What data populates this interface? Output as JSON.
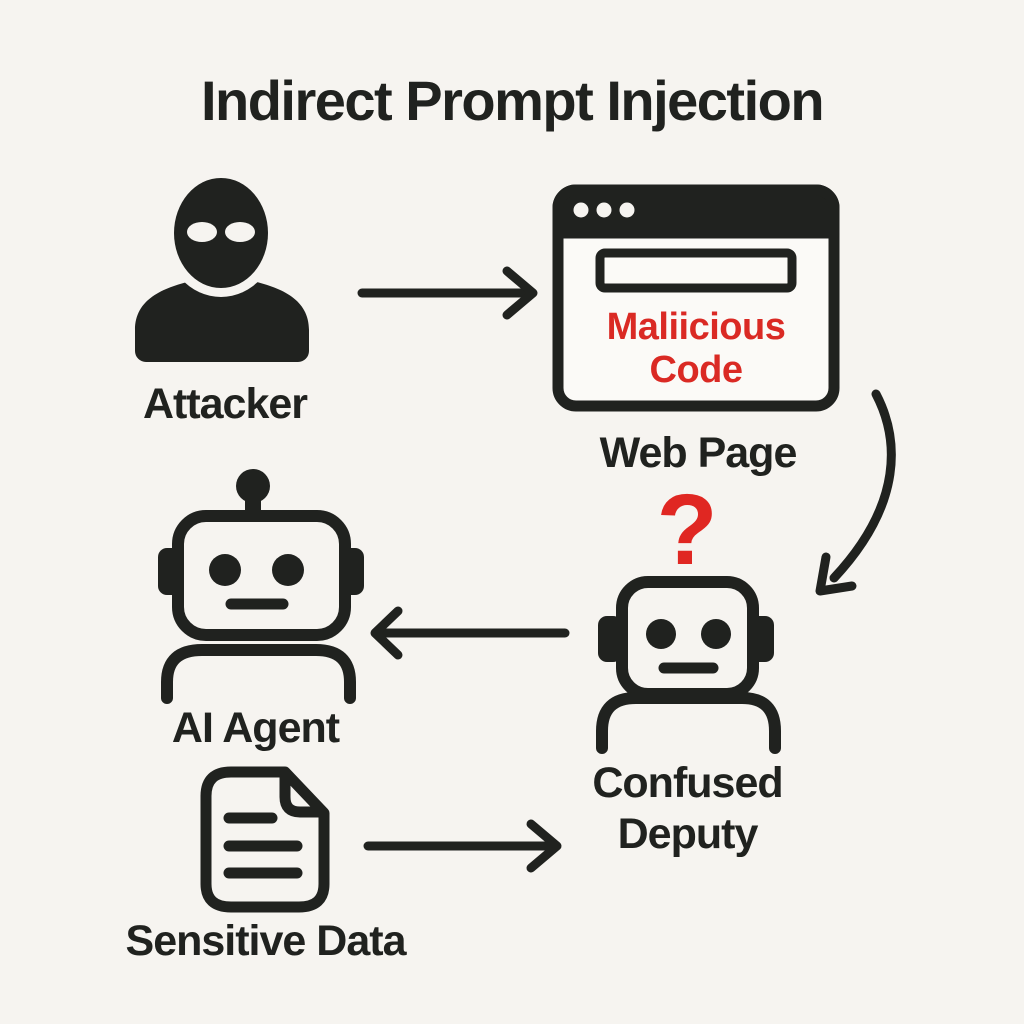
{
  "title": "Indirect Prompt Injection",
  "colors": {
    "background": "#f6f4f0",
    "ink": "#20221f",
    "red": "#da2a24",
    "page_fill": "#fbfaf7"
  },
  "nodes": {
    "attacker": {
      "label": "Attacker",
      "icon": "masked-person"
    },
    "web_page": {
      "label": "Web Page",
      "icon": "browser-window",
      "content_line1": "Maliicious",
      "content_line2": "Code"
    },
    "ai_agent": {
      "label": "AI Agent",
      "icon": "robot"
    },
    "confused_deputy": {
      "label_line1": "Confused",
      "label_line2": "Deputy",
      "icon": "robot",
      "question_mark": "?"
    },
    "sensitive_data": {
      "label": "Sensitive Data",
      "icon": "document"
    }
  },
  "edges": [
    {
      "from": "attacker",
      "to": "web_page",
      "style": "straight-right"
    },
    {
      "from": "web_page",
      "to": "confused_deputy",
      "style": "curved-down"
    },
    {
      "from": "confused_deputy",
      "to": "ai_agent",
      "style": "straight-left"
    },
    {
      "from": "sensitive_data",
      "to": "confused_deputy",
      "style": "straight-right"
    }
  ]
}
